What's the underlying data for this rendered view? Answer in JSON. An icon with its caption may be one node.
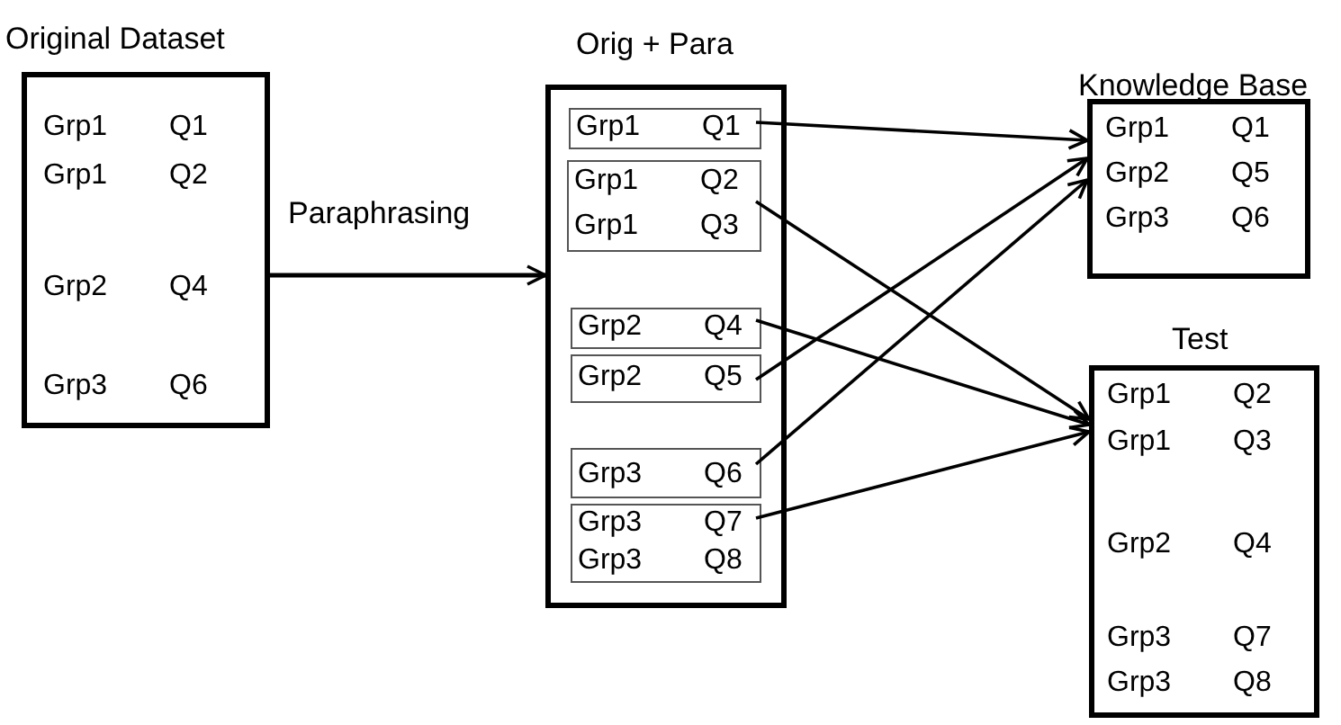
{
  "diagram": {
    "nodes": [
      {
        "text": [
          "Original Dataset",
          "Grp1 Q1",
          "Grp1 Q2",
          "Grp2 Q4",
          "Grp3 Q6"
        ]
      },
      {
        "text": [
          "Orig + Para"
        ]
      },
      {
        "text": [
          "Grp1 Q1"
        ],
        "in": 1
      },
      {
        "text": [
          "Grp1 Q2",
          "Grp1 Q3"
        ],
        "in": 1
      },
      {
        "text": [
          "Grp2 Q4"
        ],
        "in": 1
      },
      {
        "text": [
          "Grp2 Q5"
        ],
        "in": 1
      },
      {
        "text": [
          "Grp3 Q6"
        ],
        "in": 1
      },
      {
        "text": [
          "Grp3 Q7",
          "Grp3 Q8"
        ],
        "in": 1
      },
      {
        "text": [
          "Knowledge Base",
          "Grp1 Q1",
          "Grp2 Q5",
          "Grp3 Q6"
        ]
      },
      {
        "text": [
          "Test",
          "Grp1 Q2",
          "Grp1 Q3",
          "Grp2 Q4",
          "Grp3 Q7",
          "Grp3 Q8"
        ]
      }
    ],
    "edges": [
      {
        "from": 0,
        "to": 1,
        "arrow": "to",
        "label": "Paraphrasing"
      },
      {
        "from": 2,
        "to": 8,
        "arrow": "to"
      },
      {
        "from": 3,
        "to": 9,
        "arrow": "to"
      },
      {
        "from": 4,
        "to": 9,
        "arrow": "to"
      },
      {
        "from": 5,
        "to": 8,
        "arrow": "to"
      },
      {
        "from": 6,
        "to": 8,
        "arrow": "to"
      },
      {
        "from": 7,
        "to": 9,
        "arrow": "to"
      }
    ]
  }
}
